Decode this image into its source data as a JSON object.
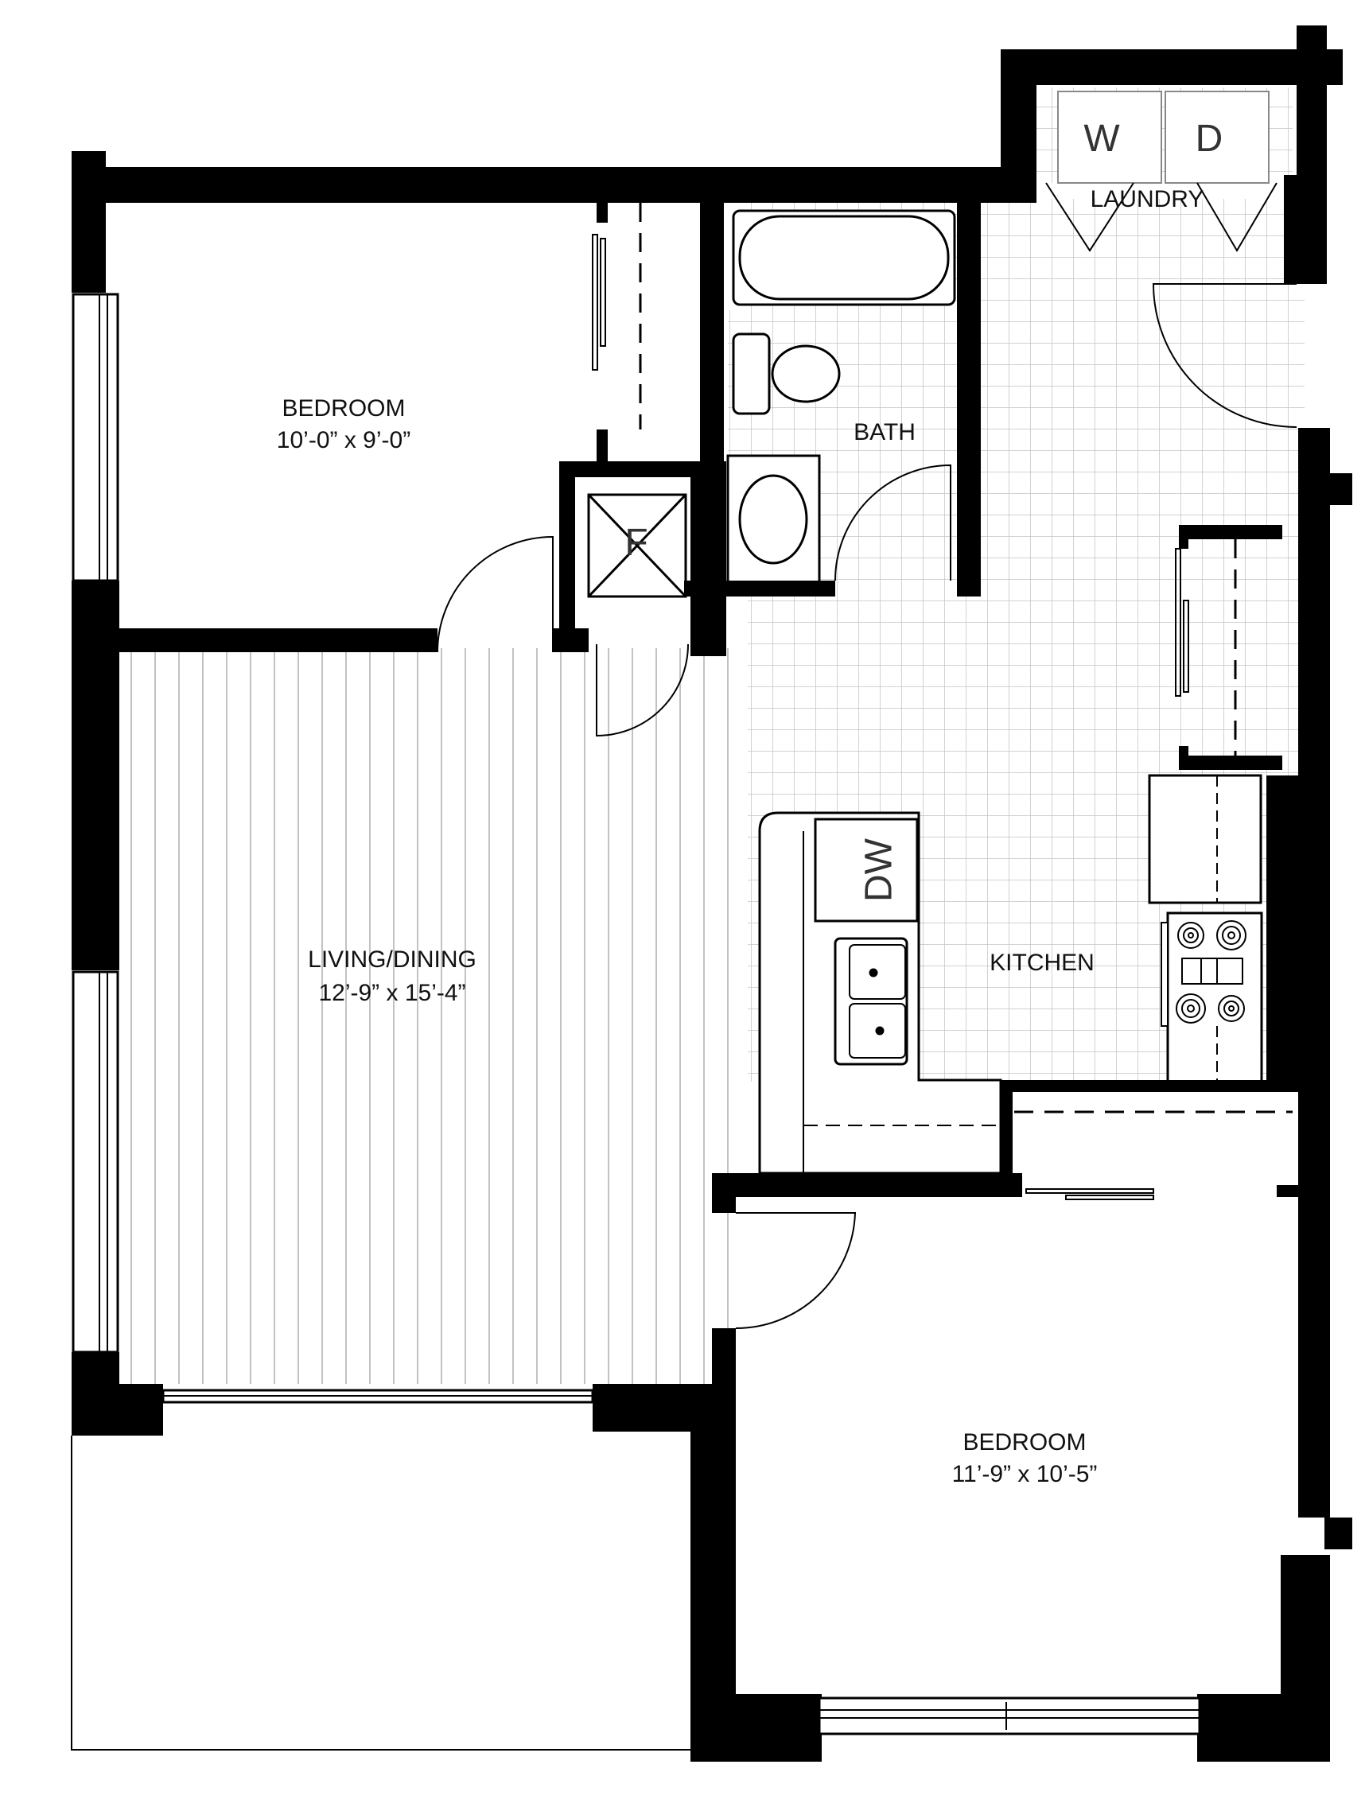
{
  "plan": {
    "rooms": [
      {
        "id": "bedroom-1",
        "name": "BEDROOM",
        "dims": "10’-0” x 9’-0”"
      },
      {
        "id": "bath",
        "name": "BATH"
      },
      {
        "id": "laundry",
        "name": "LAUNDRY"
      },
      {
        "id": "living-dining",
        "name": "LIVING/DINING",
        "dims": "12’-9” x 15’-4”"
      },
      {
        "id": "kitchen",
        "name": "KITCHEN"
      },
      {
        "id": "bedroom-2",
        "name": "BEDROOM",
        "dims": "11’-9” x 10’-5”"
      }
    ],
    "appliances": {
      "washer": "W",
      "dryer": "D",
      "dishwasher": "DW",
      "furnace": "F"
    },
    "colors": {
      "wall": "#000000",
      "floor_line": "#9a9a9a",
      "tile_grid": "#c4c4c4"
    }
  }
}
